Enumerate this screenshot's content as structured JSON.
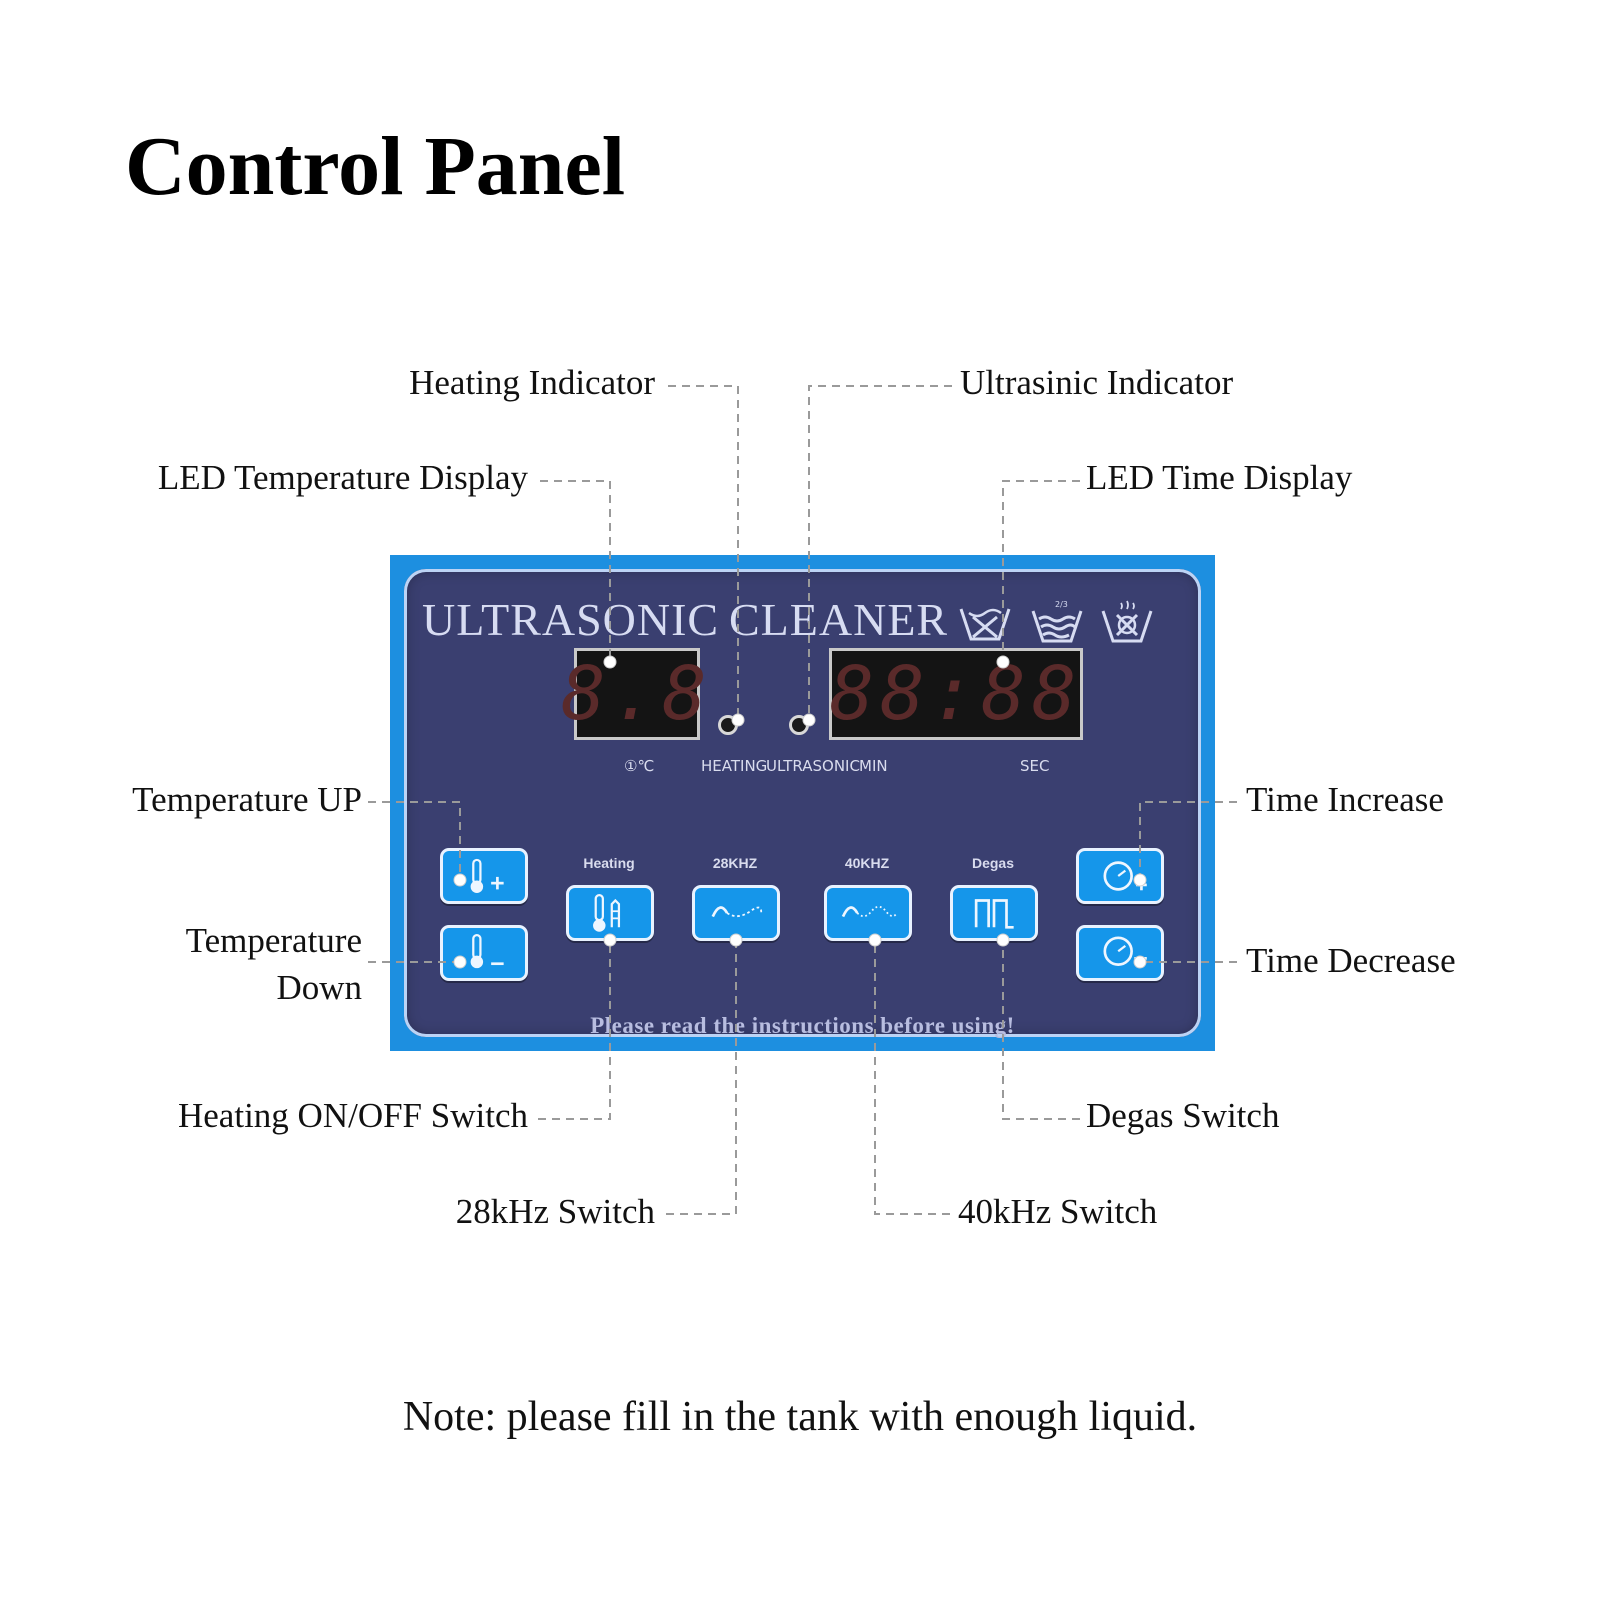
{
  "title": "Control Panel",
  "note": "Note: please fill in the tank with enough liquid.",
  "callouts": {
    "heating_indicator": "Heating Indicator",
    "ultrasonic_indicator": "Ultrasinic Indicator",
    "led_temp_display": "LED Temperature Display",
    "led_time_display": "LED Time Display",
    "temp_up": "Temperature UP",
    "temp_down_line1": "Temperature",
    "temp_down_line2": "Down",
    "time_increase": "Time Increase",
    "time_decrease": "Time Decrease",
    "heating_switch": "Heating ON/OFF Switch",
    "degas_switch": "Degas Switch",
    "switch_28khz": "28kHz Switch",
    "switch_40khz": "40kHz Switch"
  },
  "panel": {
    "brand_word1": "ULTRASONIC",
    "brand_word2": "CLEANER",
    "temp_display_value": "8.8",
    "time_display_value": "88:88",
    "label_celsius": "①℃",
    "label_heating": "HEATING",
    "label_ultrasonic": "ULTRASONIC",
    "label_min": "MIN",
    "label_sec": "SEC",
    "key_heating": "Heating",
    "key_28khz": "28KHZ",
    "key_40khz": "40KHZ",
    "key_degas": "Degas",
    "warning": "Please read the instructions before using!",
    "symbols": [
      "no-dry-tank-icon",
      "fill-level-icon",
      "no-heating-empty-icon"
    ],
    "colors": {
      "frame": "#1d8fe0",
      "face": "#3a3f70",
      "key": "#1596ea",
      "led_off": "#5a2a2a"
    }
  }
}
